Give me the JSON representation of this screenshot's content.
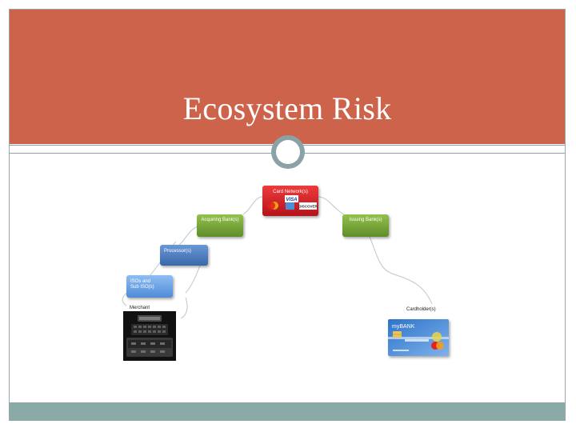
{
  "slide": {
    "title": "Ecosystem Risk"
  },
  "diagram": {
    "card_networks": {
      "label": "Card Network(s)"
    },
    "acquiring_banks": {
      "label": "Acquiring Bank(s)"
    },
    "issuing_banks": {
      "label": "Issuing Bank(s)"
    },
    "processors": {
      "label": "Processor(s)"
    },
    "isos": {
      "label_line1": "ISOs and",
      "label_line2": "Sub ISO(s)"
    },
    "merchant": {
      "label": "Merchant"
    },
    "cardholders": {
      "label": "Cardholder(s)"
    },
    "card_logos": {
      "visa": "VISA",
      "discover": "DISCOVER"
    },
    "bank_card": {
      "brand": "myBANK"
    }
  },
  "colors": {
    "title_band": "#cd634a",
    "accent_teal": "#8aa2a6",
    "card_network_red": "#d9202a",
    "bank_green": "#7aa83a",
    "processor_blue": "#4e7fc1",
    "iso_blue": "#6aa3e6"
  }
}
